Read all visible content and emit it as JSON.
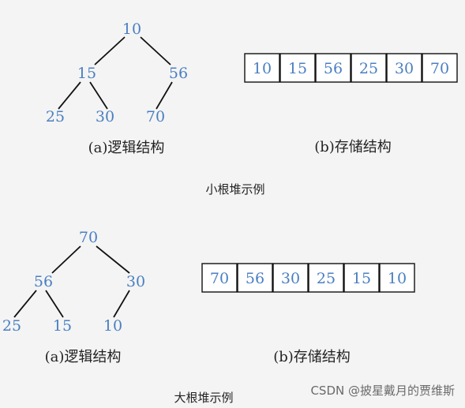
{
  "heaps": [
    {
      "title": "小根堆示例",
      "logical_caption": "(a)逻辑结构",
      "storage_caption": "(b)存储结构",
      "nodes": [
        "10",
        "15",
        "56",
        "25",
        "30",
        "70"
      ],
      "array": [
        "10",
        "15",
        "56",
        "25",
        "30",
        "70"
      ]
    },
    {
      "title": "大根堆示例",
      "logical_caption": "(a)逻辑结构",
      "storage_caption": "(b)存储结构",
      "nodes": [
        "70",
        "56",
        "30",
        "25",
        "15",
        "10"
      ],
      "array": [
        "70",
        "56",
        "30",
        "25",
        "15",
        "10"
      ]
    }
  ],
  "watermark": "CSDN @披星戴月的贾维斯",
  "colors": {
    "node_text": "#4a7fc1",
    "edge": "#111111",
    "background": "#f4f4f4"
  }
}
